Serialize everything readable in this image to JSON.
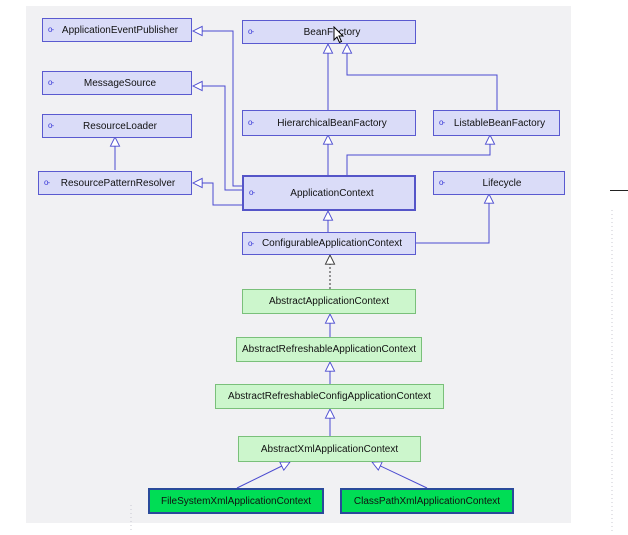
{
  "diagram": {
    "colors": {
      "interface_fill": "#dadcf8",
      "interface_border": "#5a5ad0",
      "abstract_fill": "#ccf6cc",
      "concrete_fill": "#00dd55",
      "connector": "#4a4ad0",
      "background": "#f1f1f3"
    },
    "nodes": {
      "application_event_publisher": "ApplicationEventPublisher",
      "message_source": "MessageSource",
      "resource_loader": "ResourceLoader",
      "resource_pattern_resolver": "ResourcePatternResolver",
      "bean_factory": "BeanFactory",
      "hierarchical_bean_factory": "HierarchicalBeanFactory",
      "listable_bean_factory": "ListableBeanFactory",
      "application_context": "ApplicationContext",
      "lifecycle": "Lifecycle",
      "configurable_application_context": "ConfigurableApplicationContext",
      "abstract_application_context": "AbstractApplicationContext",
      "abstract_refreshable_application_context": "AbstractRefreshableApplicationContext",
      "abstract_refreshable_config_application_context": "AbstractRefreshableConfigApplicationContext",
      "abstract_xml_application_context": "AbstractXmlApplicationContext",
      "file_system_xml_application_context": "FileSystemXmlApplicationContext",
      "class_path_xml_application_context": "ClassPathXmlApplicationContext"
    },
    "relations": [
      {
        "from": "HierarchicalBeanFactory",
        "to": "BeanFactory",
        "kind": "extends"
      },
      {
        "from": "ListableBeanFactory",
        "to": "BeanFactory",
        "kind": "extends"
      },
      {
        "from": "ResourcePatternResolver",
        "to": "ResourceLoader",
        "kind": "extends"
      },
      {
        "from": "ApplicationContext",
        "to": "ApplicationEventPublisher",
        "kind": "extends"
      },
      {
        "from": "ApplicationContext",
        "to": "MessageSource",
        "kind": "extends"
      },
      {
        "from": "ApplicationContext",
        "to": "ResourcePatternResolver",
        "kind": "extends"
      },
      {
        "from": "ApplicationContext",
        "to": "HierarchicalBeanFactory",
        "kind": "extends"
      },
      {
        "from": "ApplicationContext",
        "to": "ListableBeanFactory",
        "kind": "extends"
      },
      {
        "from": "ConfigurableApplicationContext",
        "to": "ApplicationContext",
        "kind": "extends"
      },
      {
        "from": "ConfigurableApplicationContext",
        "to": "Lifecycle",
        "kind": "extends"
      },
      {
        "from": "AbstractApplicationContext",
        "to": "ConfigurableApplicationContext",
        "kind": "implements"
      },
      {
        "from": "AbstractRefreshableApplicationContext",
        "to": "AbstractApplicationContext",
        "kind": "extends"
      },
      {
        "from": "AbstractRefreshableConfigApplicationContext",
        "to": "AbstractRefreshableApplicationContext",
        "kind": "extends"
      },
      {
        "from": "AbstractXmlApplicationContext",
        "to": "AbstractRefreshableConfigApplicationContext",
        "kind": "extends"
      },
      {
        "from": "FileSystemXmlApplicationContext",
        "to": "AbstractXmlApplicationContext",
        "kind": "extends"
      },
      {
        "from": "ClassPathXmlApplicationContext",
        "to": "AbstractXmlApplicationContext",
        "kind": "extends"
      }
    ]
  }
}
